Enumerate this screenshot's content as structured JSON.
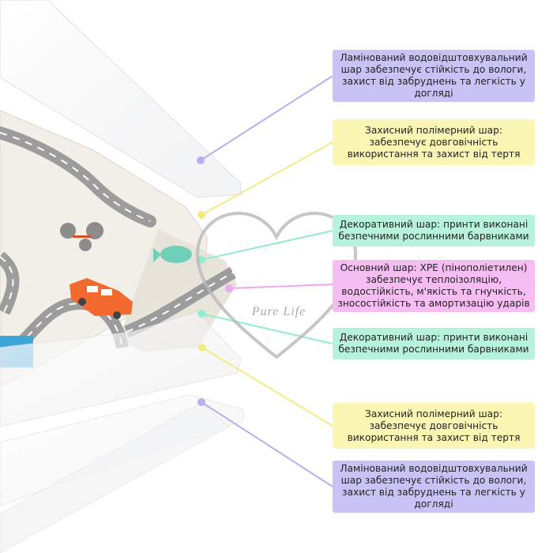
{
  "colors": {
    "purple_box": "#c9c2f5",
    "yellow_box": "#fbf6b4",
    "green_box": "#b7f2dc",
    "pink_box": "#f6bdf2",
    "purple_line": "#b7b0ee",
    "yellow_line": "#f2ea84",
    "green_line": "#92ecd0",
    "pink_line": "#f0a6ee",
    "road": "#9c9c9c",
    "car": "#f26a2e",
    "tree": "#8c8c8c",
    "lake": "#3fa6d9",
    "fish": "#6fcfb8"
  },
  "callouts": [
    {
      "text": "Ламінований водовідштовхувальний шар забезпечує стійкість до вологи, захист від забруднень та легкість у догляді",
      "color": "purple"
    },
    {
      "text": "Захисний полімерний шар: забезпечує довговічність використання та захист від тертя",
      "color": "yellow"
    },
    {
      "text": "Декоративний шар: принти виконані безпечними рослинними барвниками",
      "color": "green"
    },
    {
      "text": "Основний шар: XPE (пінополіетилен) забезпечує теплоізоляцію, водостійкість, м'якість та гнучкість, зносостійкість та амортизацію ударів",
      "color": "pink"
    },
    {
      "text": "Декоративний шар: принти виконані безпечними рослинними барвниками",
      "color": "green"
    },
    {
      "text": "Захисний полімерний шар: забезпечує довговічність використання та захист від тертя",
      "color": "yellow"
    },
    {
      "text": "Ламінований водовідштовхувальний шар забезпечує стійкість до вологи, захист від забруднень та легкість у догляді",
      "color": "purple"
    }
  ],
  "watermark": {
    "text": "Pure Life"
  }
}
